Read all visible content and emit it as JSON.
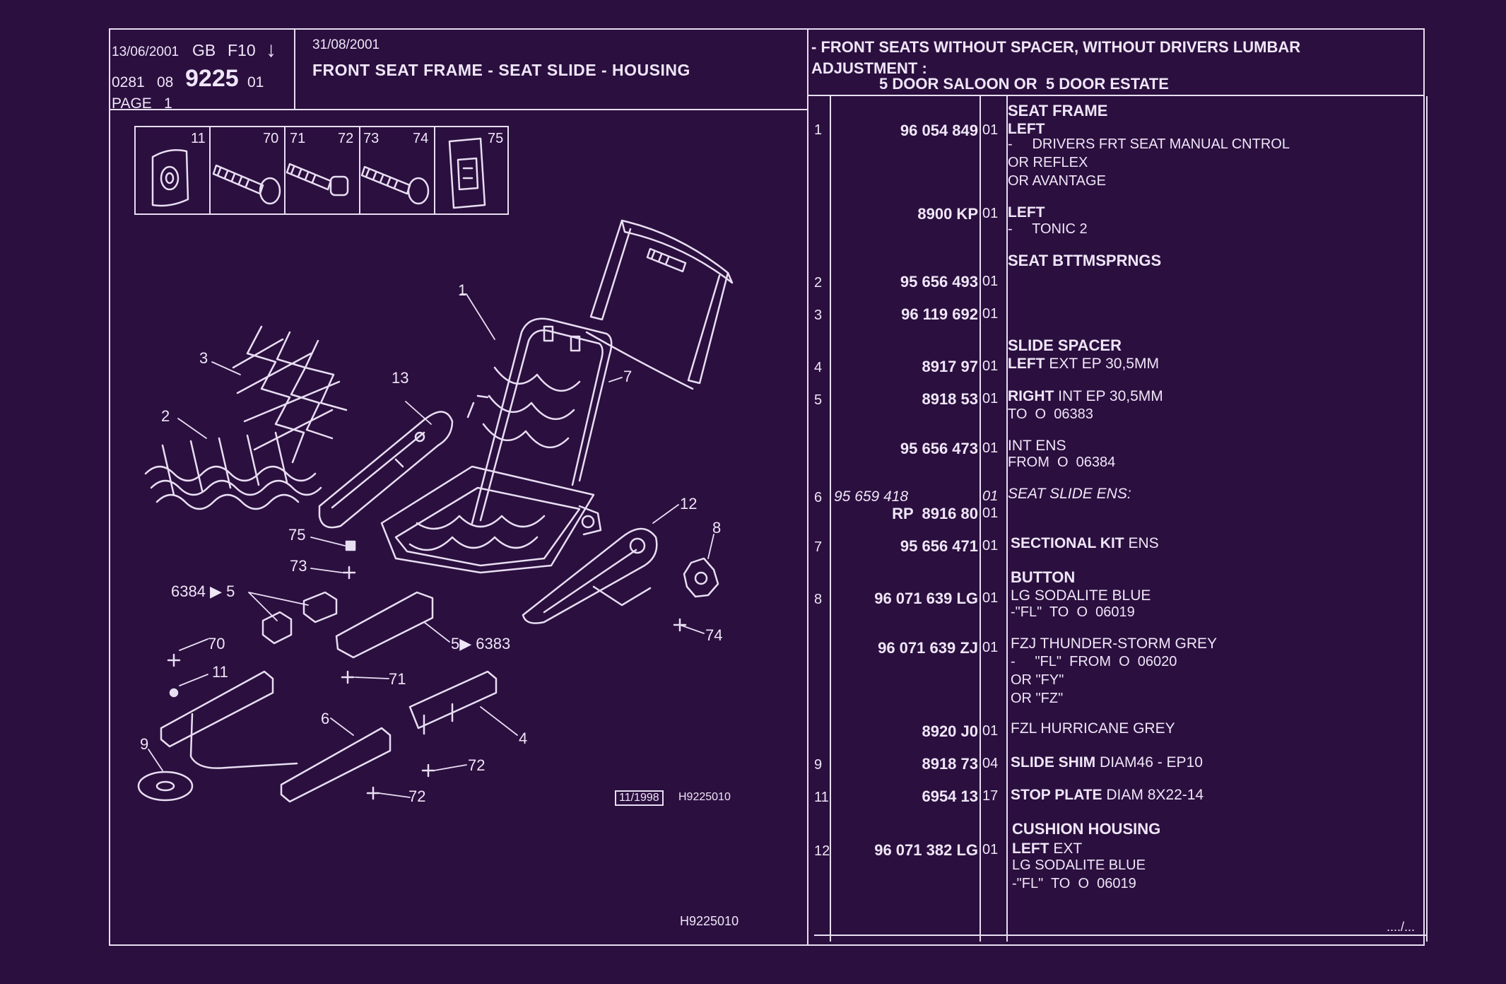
{
  "header": {
    "date1": "13/06/2001",
    "lang": "GB",
    "code": "F10",
    "arrow": "↓",
    "prefix1": "0281",
    "prefix2": "08",
    "plate": "9225",
    "plate_suffix": "01",
    "page_label": "PAGE",
    "page_num": "1",
    "date2": "31/08/2001",
    "title": "FRONT SEAT FRAME - SEAT SLIDE - HOUSING",
    "cond1": "- FRONT SEATS WITHOUT SPACER, WITHOUT DRIVERS LUMBAR",
    "cond2": "ADJUSTMENT :",
    "cond3": "5 DOOR SALOON OR  5 DOOR ESTATE"
  },
  "thumbs": [
    "11",
    "70",
    "71",
    "72",
    "73",
    "74",
    "75"
  ],
  "callouts": {
    "c1": "1",
    "c2": "2",
    "c3": "3",
    "c4": "4",
    "c6": "6",
    "c7": "7",
    "c8": "8",
    "c9": "9",
    "c11": "11",
    "c12": "12",
    "c13": "13",
    "c70": "70",
    "c71": "71",
    "c72a": "72",
    "c72b": "72",
    "c73": "73",
    "c74": "74",
    "c75": "75",
    "c6384": "6384 ▶ 5",
    "c5_6383": "5▶ 6383"
  },
  "footer": {
    "stamp": "11/1998",
    "ref_small": "H9225010",
    "ref_bottom": "H9225010",
    "continued": "..../..."
  },
  "parts": [
    {
      "group": "SEAT FRAME",
      "ref": "1",
      "part": "96 054 849",
      "qty": "01",
      "desc_bold": "LEFT",
      "desc": "",
      "lines": [
        "-     DRIVERS FRT SEAT MANUAL CNTROL",
        "OR REFLEX",
        "OR AVANTAGE"
      ]
    },
    {
      "ref": "",
      "part": "8900 KP",
      "qty": "01",
      "desc_bold": "LEFT",
      "desc": "",
      "lines": [
        "-     TONIC 2"
      ]
    },
    {
      "group": "SEAT BTTMSPRNGS",
      "ref": "2",
      "part": "95 656 493",
      "qty": "01",
      "desc_bold": "",
      "desc": "",
      "lines": []
    },
    {
      "ref": "3",
      "part": "96 119 692",
      "qty": "01",
      "desc_bold": "",
      "desc": "",
      "lines": []
    },
    {
      "group": "SLIDE SPACER",
      "ref": "4",
      "part": "8917 97",
      "qty": "01",
      "desc_bold": "LEFT",
      "desc": " EXT EP 30,5MM",
      "lines": []
    },
    {
      "ref": "5",
      "part": "8918 53",
      "qty": "01",
      "desc_bold": "RIGHT",
      "desc": " INT EP 30,5MM",
      "lines": [
        "TO  O  06383"
      ]
    },
    {
      "ref": "",
      "part": "95 656 473",
      "qty": "01",
      "desc_bold": "",
      "desc": "INT ENS",
      "lines": [
        "FROM  O  06384"
      ]
    },
    {
      "ref": "6",
      "part_italic": "95 659 418",
      "part": "RP  8916 80",
      "qty_italic": "01",
      "qty": "01",
      "desc_italic": "SEAT SLIDE ENS:",
      "lines": []
    },
    {
      "ref": "7",
      "part": "95 656 471",
      "qty": "01",
      "desc_bold": "SECTIONAL KIT",
      "desc": " ENS",
      "lines": []
    },
    {
      "group": "BUTTON",
      "ref": "8",
      "part": "96 071 639 LG",
      "qty": "01",
      "desc_bold": "",
      "desc": "LG SODALITE BLUE",
      "lines": [
        "-\"FL\"  TO  O  06019"
      ]
    },
    {
      "ref": "",
      "part": "96 071 639 ZJ",
      "qty": "01",
      "desc_bold": "",
      "desc": "FZJ THUNDER-STORM GREY",
      "lines": [
        "-     \"FL\"  FROM  O  06020",
        "OR \"FY\"",
        "OR \"FZ\""
      ]
    },
    {
      "ref": "",
      "part": "8920 J0",
      "qty": "01",
      "desc_bold": "",
      "desc": "FZL HURRICANE GREY",
      "lines": []
    },
    {
      "ref": "9",
      "part": "8918 73",
      "qty": "04",
      "desc_bold": "SLIDE SHIM",
      "desc": " DIAM46 - EP10",
      "lines": []
    },
    {
      "ref": "11",
      "part": "6954 13",
      "qty": "17",
      "desc_bold": "STOP PLATE",
      "desc": " DIAM 8X22-14",
      "lines": []
    },
    {
      "group": "CUSHION HOUSING",
      "ref": "12",
      "part": "96 071 382 LG",
      "qty": "01",
      "desc_bold": "LEFT",
      "desc": " EXT",
      "lines": [
        "LG SODALITE BLUE",
        "-\"FL\"  TO  O  06019"
      ]
    }
  ]
}
